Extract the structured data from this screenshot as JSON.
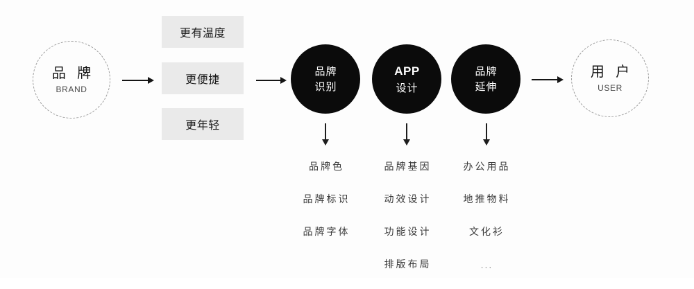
{
  "diagram": {
    "start": {
      "cn": "品 牌",
      "en": "BRAND"
    },
    "end": {
      "cn": "用 户",
      "en": "USER"
    },
    "attributes": [
      {
        "label": "更有温度"
      },
      {
        "label": "更便捷"
      },
      {
        "label": "更年轻"
      }
    ],
    "pillars": [
      {
        "line1": "品牌",
        "line2": "识别"
      },
      {
        "line1": "APP",
        "line2": "设计",
        "latin": true
      },
      {
        "line1": "品牌",
        "line2": "延伸"
      }
    ],
    "deliverables": [
      {
        "items": [
          "品牌色",
          "品牌标识",
          "品牌字体"
        ]
      },
      {
        "items": [
          "品牌基因",
          "动效设计",
          "功能设计",
          "排版布局"
        ]
      },
      {
        "items": [
          "办公用品",
          "地推物料",
          "文化衫",
          "..."
        ]
      }
    ],
    "colors": {
      "pillar_fill": "#0b0b0b",
      "attr_box_fill": "#eaeaea",
      "dashed_border": "#9a9a9a",
      "background": "#fdfdfd",
      "label_text": "#3b3b3b"
    }
  }
}
